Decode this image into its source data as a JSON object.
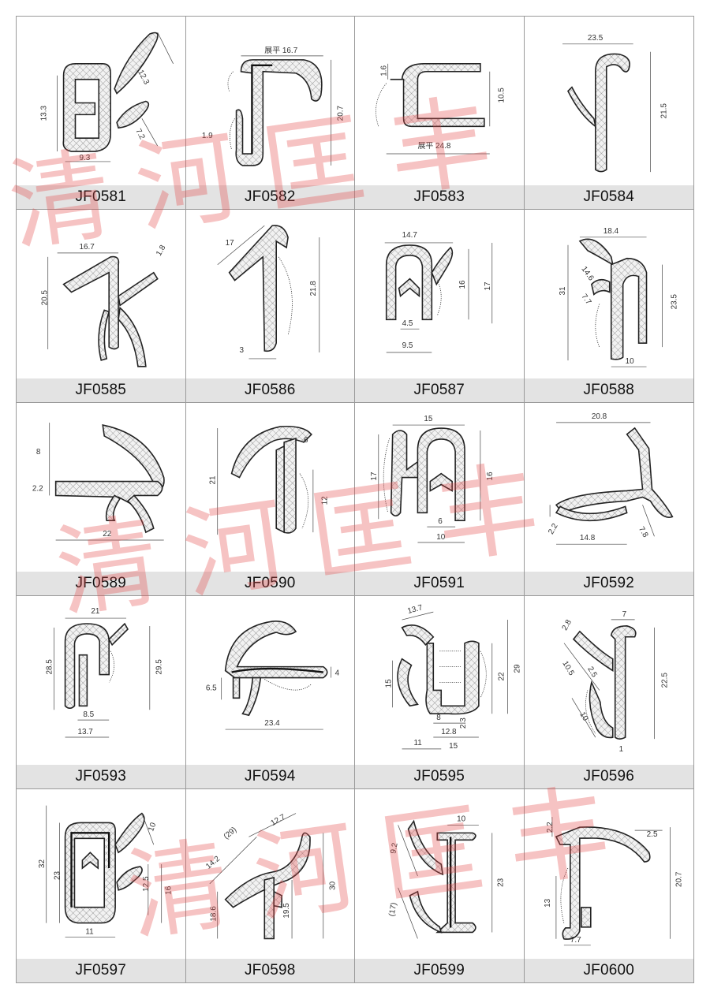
{
  "cells": [
    {
      "code": "JF0581",
      "dims": [
        "12.3",
        "13.3",
        "7.2",
        "9.3"
      ]
    },
    {
      "code": "JF0582",
      "dims": [
        "展平 16.7",
        "1.9",
        "20.7"
      ]
    },
    {
      "code": "JF0583",
      "dims": [
        "1.6",
        "10.5",
        "展平 24.8"
      ]
    },
    {
      "code": "JF0584",
      "dims": [
        "23.5",
        "21.5"
      ]
    },
    {
      "code": "JF0585",
      "dims": [
        "16.7",
        "1.8",
        "20.5"
      ]
    },
    {
      "code": "JF0586",
      "dims": [
        "17",
        "21.8",
        "3"
      ]
    },
    {
      "code": "JF0587",
      "dims": [
        "14.7",
        "16",
        "17",
        "4.5",
        "9.5"
      ]
    },
    {
      "code": "JF0588",
      "dims": [
        "18.4",
        "14.6",
        "31",
        "7.7",
        "23.5",
        "10"
      ]
    },
    {
      "code": "JF0589",
      "dims": [
        "8",
        "2.2",
        "22"
      ]
    },
    {
      "code": "JF0590",
      "dims": [
        "6",
        "21",
        "12"
      ]
    },
    {
      "code": "JF0591",
      "dims": [
        "15",
        "17",
        "16",
        "6",
        "10"
      ]
    },
    {
      "code": "JF0592",
      "dims": [
        "20.8",
        "2.2",
        "14.8",
        "7.8"
      ]
    },
    {
      "code": "JF0593",
      "dims": [
        "21",
        "28.5",
        "29.5",
        "8.5",
        "13.7"
      ]
    },
    {
      "code": "JF0594",
      "dims": [
        "4",
        "6.5",
        "23.4"
      ]
    },
    {
      "code": "JF0595",
      "dims": [
        "13.7",
        "15",
        "22",
        "29",
        "8",
        "2.3",
        "12.8",
        "11",
        "15"
      ]
    },
    {
      "code": "JF0596",
      "dims": [
        "2.8",
        "7",
        "10.5",
        "2.5",
        "22.5",
        "10",
        "1"
      ]
    },
    {
      "code": "JF0597",
      "dims": [
        "32",
        "23",
        "10",
        "12.5",
        "16",
        "11"
      ]
    },
    {
      "code": "JF0598",
      "dims": [
        "(29)",
        "12.7",
        "14.2",
        "18.6",
        "19.5",
        "30"
      ]
    },
    {
      "code": "JF0599",
      "dims": [
        "10",
        "9.2",
        "23",
        "(17)"
      ]
    },
    {
      "code": "JF0600",
      "dims": [
        "2.2",
        "2.5",
        "20.7",
        "13",
        "7.7"
      ]
    }
  ],
  "watermark": {
    "text": "清河匡丰",
    "color": "#e64b4b"
  }
}
